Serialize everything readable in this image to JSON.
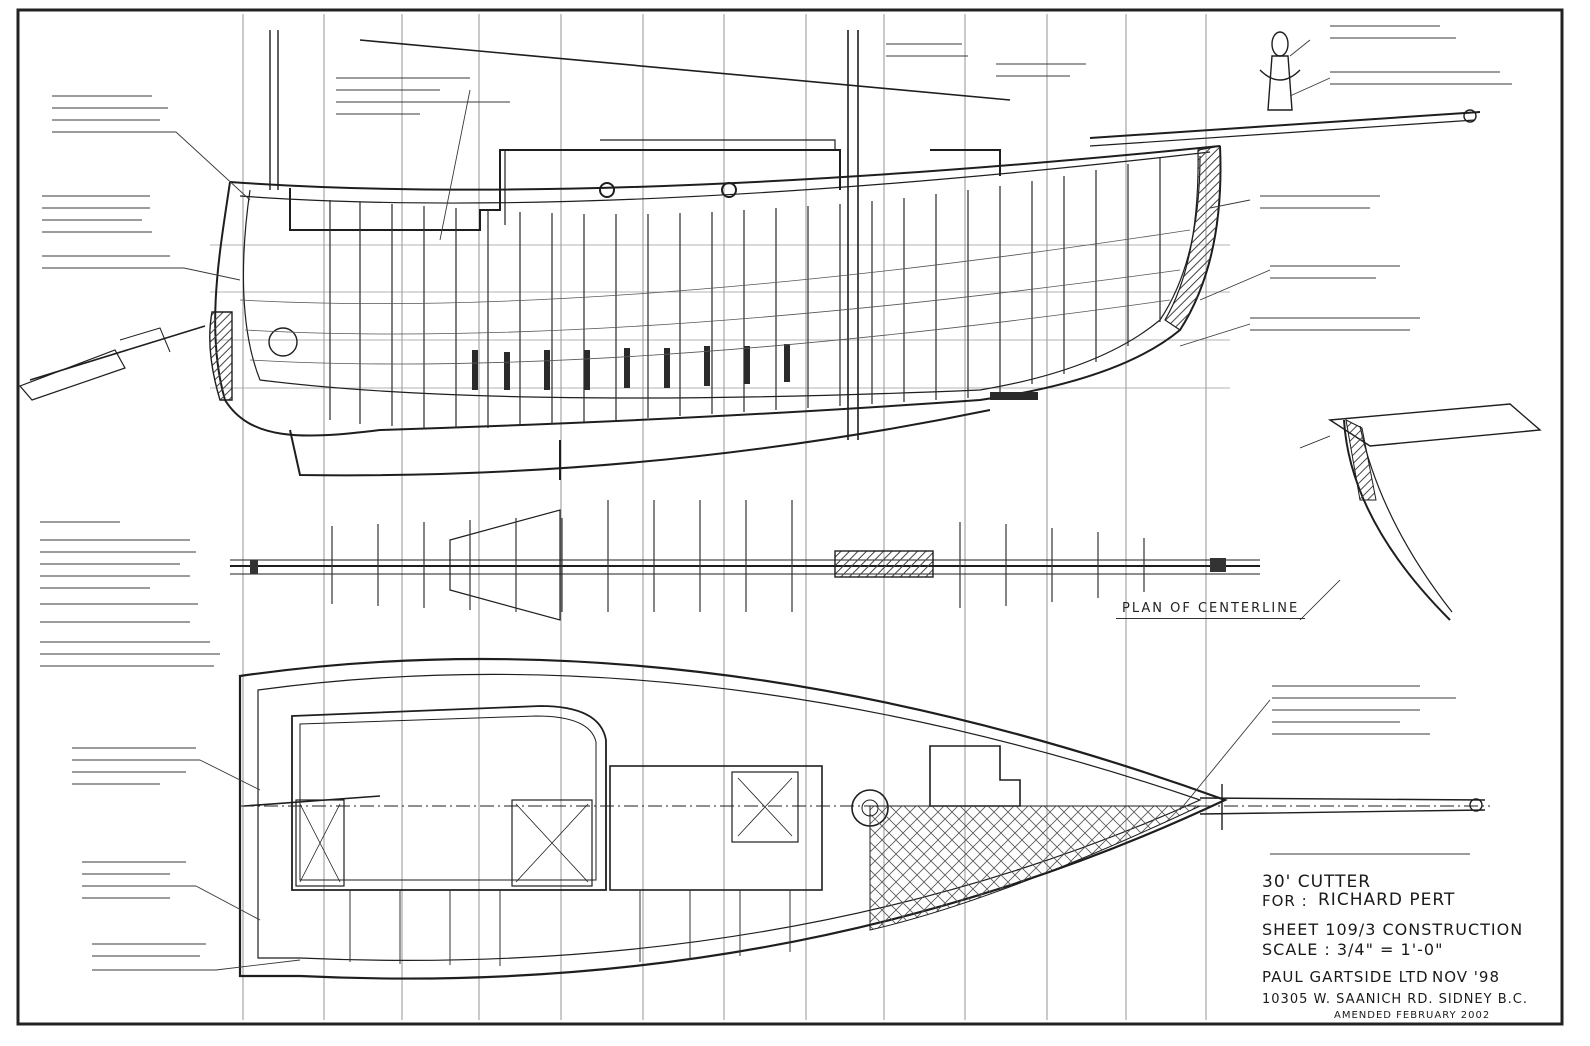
{
  "title_block": {
    "title": "30' CUTTER",
    "for_label": "FOR :",
    "client": "RICHARD PERT",
    "sheet": "SHEET 109/3 CONSTRUCTION",
    "scale": "SCALE : 3/4\" = 1'-0\"",
    "designer": "PAUL GARTSIDE LTD",
    "date": "NOV '98",
    "address": "10305 W. SAANICH RD. SIDNEY B.C.",
    "revised": "AMENDED FEBRUARY 2002"
  },
  "views": {
    "plan_label": "PLAN OF CENTERLINE"
  },
  "colors": {
    "ink": "#1e1e1e",
    "grid": "#7a7a7a",
    "hatch": "#555555",
    "paper": "#ffffff"
  }
}
